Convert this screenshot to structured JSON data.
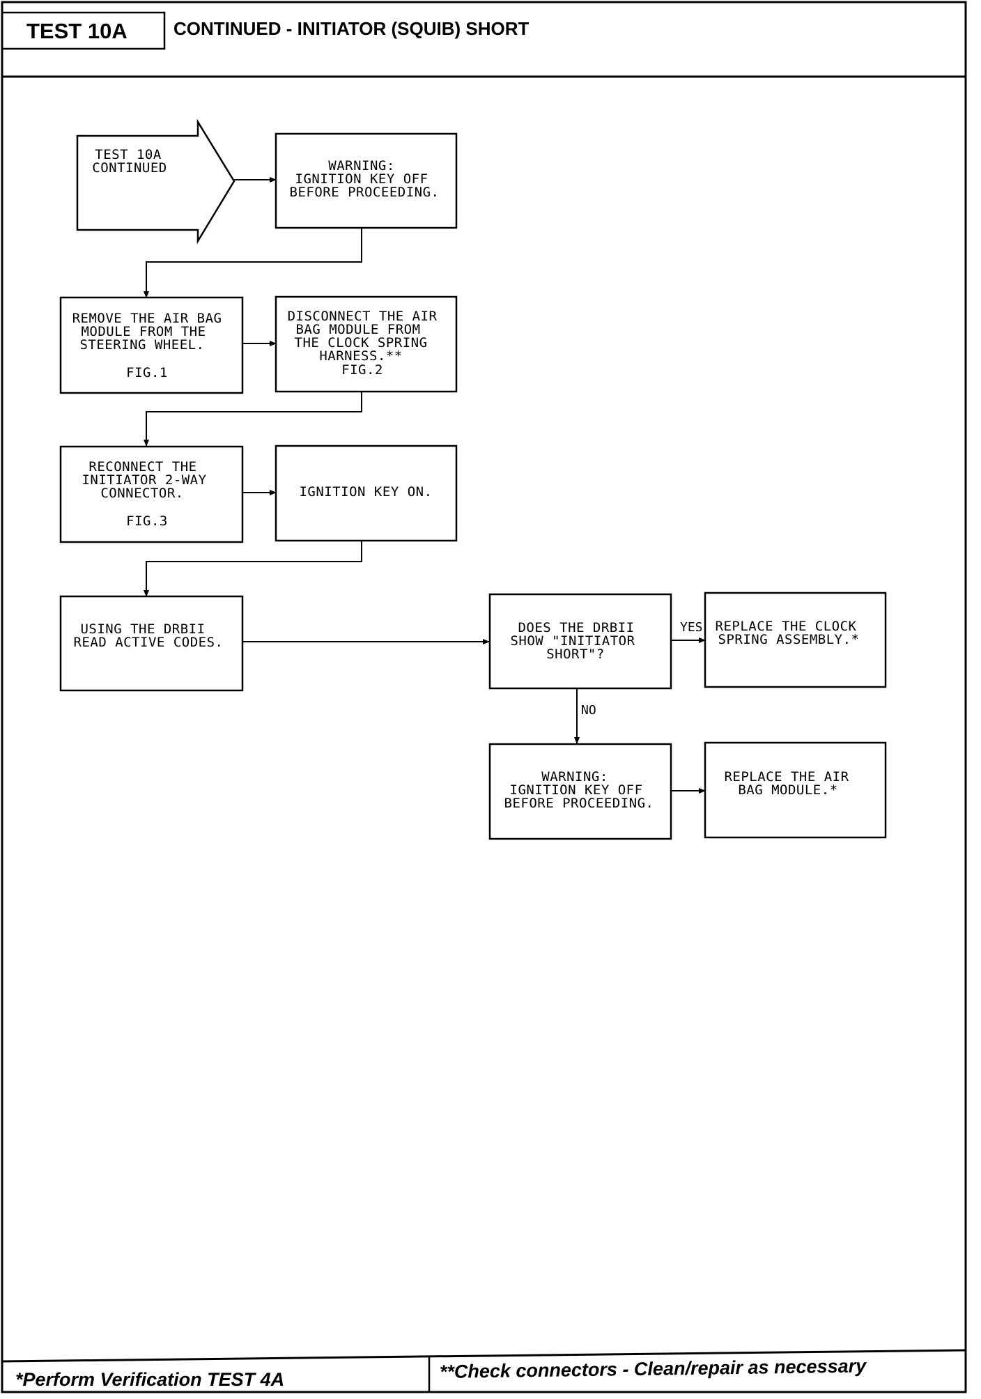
{
  "header": {
    "tab_label": "TEST 10A",
    "title": "CONTINUED - INITIATOR (SQUIB) SHORT"
  },
  "flowchart": {
    "nodes": {
      "start": [
        "TEST 10A",
        "CONTINUED"
      ],
      "warning_1": [
        "WARNING:",
        "IGNITION KEY OFF",
        "BEFORE PROCEEDING."
      ],
      "remove_module": [
        "REMOVE THE AIR BAG",
        "MODULE FROM THE",
        "STEERING WHEEL.",
        "",
        "FIG.1"
      ],
      "disconnect_module": [
        "DISCONNECT THE AIR",
        "BAG MODULE FROM",
        "THE CLOCK SPRING",
        "HARNESS.**",
        "FIG.2"
      ],
      "reconnect_initiator": [
        "RECONNECT THE",
        "INITIATOR 2-WAY",
        "CONNECTOR.",
        "",
        "FIG.3"
      ],
      "ignition_on": [
        "IGNITION KEY ON."
      ],
      "read_codes": [
        "USING THE DRBII",
        "READ ACTIVE CODES."
      ],
      "decision": [
        "DOES THE DRBII",
        "SHOW \"INITIATOR",
        "SHORT\"?"
      ],
      "replace_clock_spring": [
        "REPLACE THE CLOCK",
        "SPRING ASSEMBLY.*"
      ],
      "warning_2": [
        "WARNING:",
        "IGNITION KEY OFF",
        "BEFORE PROCEEDING."
      ],
      "replace_air_bag": [
        "REPLACE THE AIR",
        "BAG MODULE.*"
      ]
    },
    "edge_labels": {
      "yes": "YES",
      "no": "NO"
    }
  },
  "footer": {
    "left": "*Perform Verification  TEST 4A",
    "right": "**Check connectors - Clean/repair as necessary"
  }
}
